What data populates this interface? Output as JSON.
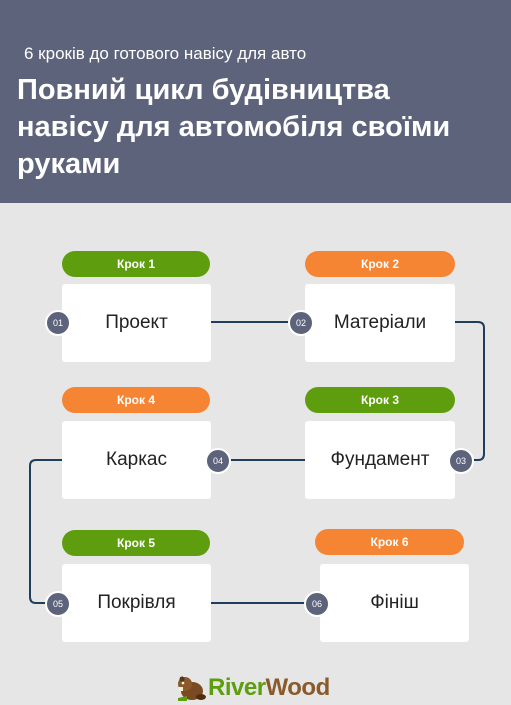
{
  "header": {
    "subtitle": "6 кроків до готового навісу для авто",
    "title": "Повний цикл будівництва навісу для автомобіля своїми руками",
    "background_color": "#5e637c"
  },
  "steps": [
    {
      "badge": "Крок 1",
      "label": "Проект",
      "number": "01",
      "badge_color": "#5e9e0e"
    },
    {
      "badge": "Крок 2",
      "label": "Матеріали",
      "number": "02",
      "badge_color": "#f58533"
    },
    {
      "badge": "Крок 3",
      "label": "Фундамент",
      "number": "03",
      "badge_color": "#5e9e0e"
    },
    {
      "badge": "Крок 4",
      "label": "Каркас",
      "number": "04",
      "badge_color": "#f58533"
    },
    {
      "badge": "Крок 5",
      "label": "Покрівля",
      "number": "05",
      "badge_color": "#5e9e0e"
    },
    {
      "badge": "Крок 6",
      "label": "Фініш",
      "number": "06",
      "badge_color": "#f58533"
    }
  ],
  "footer": {
    "logo_part1": "River",
    "logo_part2": "Wood",
    "logo_icon": "beaver-icon"
  },
  "colors": {
    "connector": "#1f3e5b",
    "green": "#5e9e0e",
    "orange": "#f58533"
  }
}
